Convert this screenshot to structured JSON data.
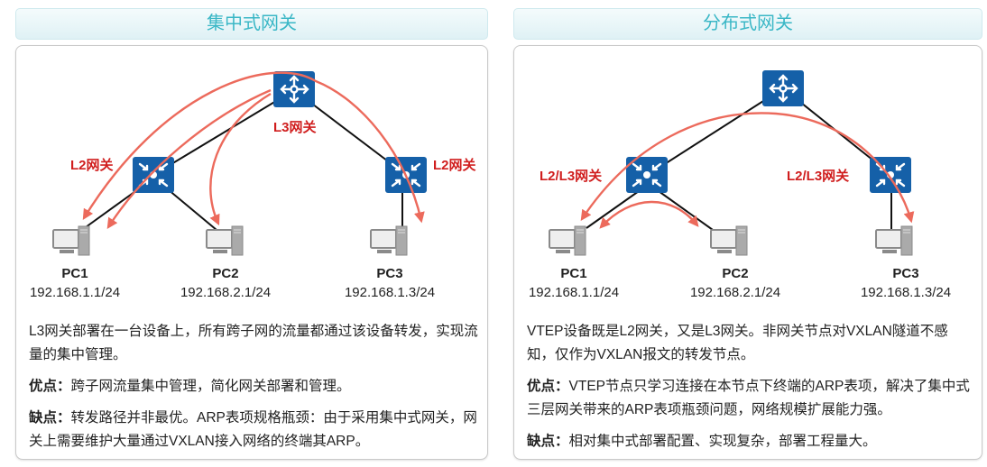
{
  "centralized": {
    "title": "集中式网关",
    "l3_label": "L3网关",
    "l2_label_left": "L2网关",
    "l2_label_right": "L2网关",
    "pcs": [
      {
        "name": "PC1",
        "ip": "192.168.1.1/24"
      },
      {
        "name": "PC2",
        "ip": "192.168.2.1/24"
      },
      {
        "name": "PC3",
        "ip": "192.168.1.3/24"
      }
    ],
    "description": "L3网关部署在一台设备上，所有跨子网的流量都通过该设备转发，实现流量的集中管理。",
    "pros_label": "优点：",
    "pros": "跨子网流量集中管理，简化网关部署和管理。",
    "cons_label": "缺点：",
    "cons": "转发路径并非最优。ARP表项规格瓶颈：由于采用集中式网关，网关上需要维护大量通过VXLAN接入网络的终端其ARP。"
  },
  "distributed": {
    "title": "分布式网关",
    "gw_label_left": "L2/L3网关",
    "gw_label_right": "L2/L3网关",
    "pcs": [
      {
        "name": "PC1",
        "ip": "192.168.1.1/24"
      },
      {
        "name": "PC2",
        "ip": "192.168.2.1/24"
      },
      {
        "name": "PC3",
        "ip": "192.168.1.3/24"
      }
    ],
    "description": "VTEP设备既是L2网关，又是L3网关。非网关节点对VXLAN隧道不感知，仅作为VXLAN报文的转发节点。",
    "pros_label": "优点：",
    "pros": "VTEP节点只学习连接在本节点下终端的ARP表项，解决了集中式三层网关带来的ARP表项瓶颈问题，网络规模扩展能力强。",
    "cons_label": "缺点：",
    "cons": "相对集中式部署配置、实现复杂，部署工程量大。"
  },
  "colors": {
    "device": "#1560a8",
    "arrow": "#ec6a5c",
    "label": "#d01e1e",
    "title": "#3ab7c6"
  }
}
